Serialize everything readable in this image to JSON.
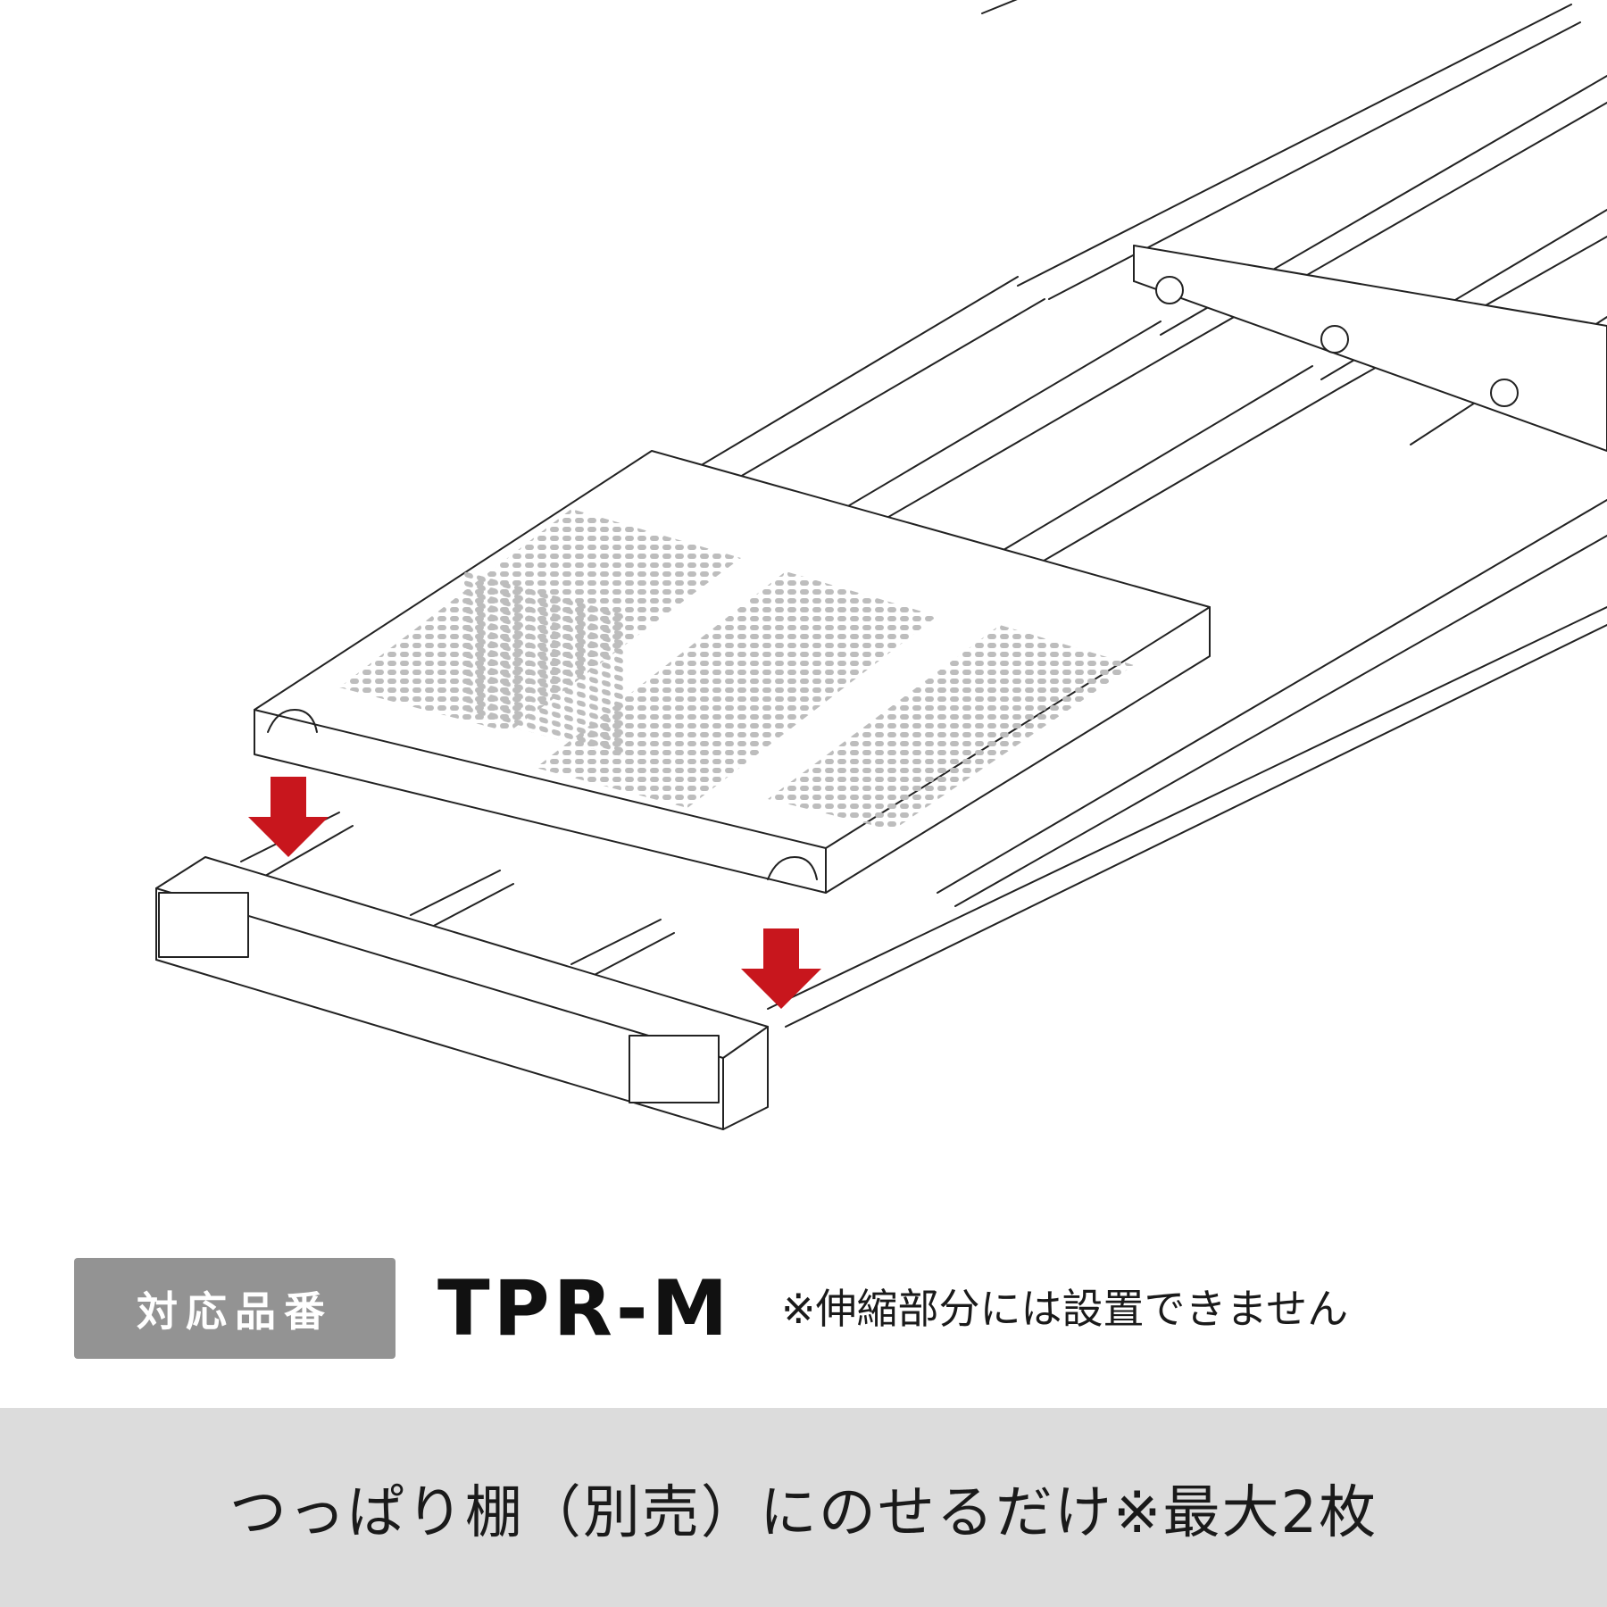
{
  "badge": {
    "label": "対応品番"
  },
  "model": {
    "code": "TPR-M"
  },
  "note": {
    "text": "※伸縮部分には設置できません"
  },
  "footer": {
    "text": "つっぱり棚（別売）にのせるだけ※最大2枚"
  },
  "colors": {
    "arrow": "#c8161d",
    "badge_bg": "#939393",
    "footer_bg": "#dcdcdc",
    "perforation": "#bdbdbd",
    "line": "#222222"
  }
}
